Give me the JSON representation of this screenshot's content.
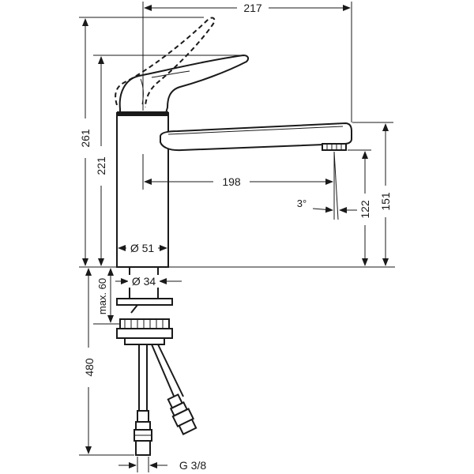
{
  "dimensions": {
    "total_reach": "217",
    "total_height": "261",
    "body_height": "221",
    "spout_reach": "198",
    "spout_angle": "3°",
    "spout_clearance": "122",
    "spout_top_height": "151",
    "body_diameter": "Ø 51",
    "hole_diameter": "Ø 34",
    "max_deck_thickness": "max. 60",
    "hose_length": "480",
    "connection_thread": "G 3/8"
  }
}
